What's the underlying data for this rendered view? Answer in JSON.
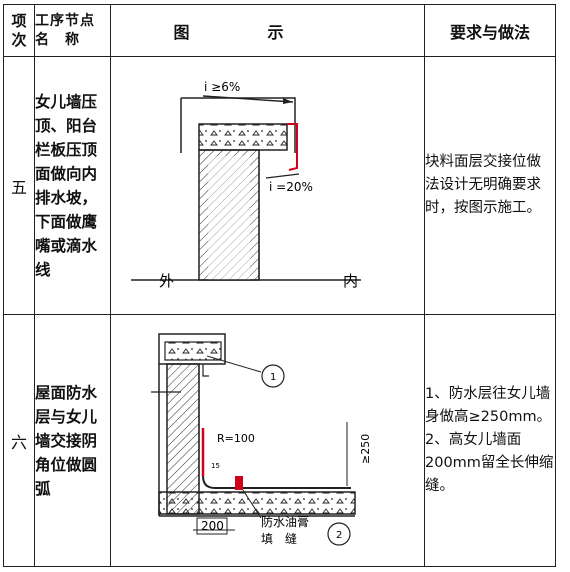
{
  "header": {
    "no_label_line1": "项",
    "no_label_line2": "次",
    "name_label_line1": "工序节点",
    "name_label_line2": "名　称",
    "figure_label": "图示",
    "requirement_label": "要求与做法"
  },
  "rows": [
    {
      "no": "五",
      "name": "女儿墙压顶、阳台栏板压顶面做向内排水坡，下面做鹰嘴或滴水线",
      "requirement": "块料面层交接位做法设计无明确要求时，按图示施工。",
      "figure": {
        "slope_top": "i ≥6%",
        "slope_drip": "i =20%",
        "outside_label": "外",
        "inside_label": "内"
      }
    },
    {
      "no": "六",
      "name": "屋面防水层与女儿墙交接阴角位做圆弧",
      "requirement_1": "1、防水层往女儿墙身做高≥250mm。",
      "requirement_2": "2、高女儿墙面200mm留全长伸缩缝。",
      "figure": {
        "radius_label": "R=100",
        "height_label": "≥250",
        "width_label": "200",
        "small_dim": "15",
        "callout_1": "1",
        "callout_2": "2",
        "ointment_label": "防水油膏",
        "joint_label": "填　缝"
      }
    }
  ],
  "colors": {
    "line": "#222222",
    "accent_red": "#d0021b"
  }
}
